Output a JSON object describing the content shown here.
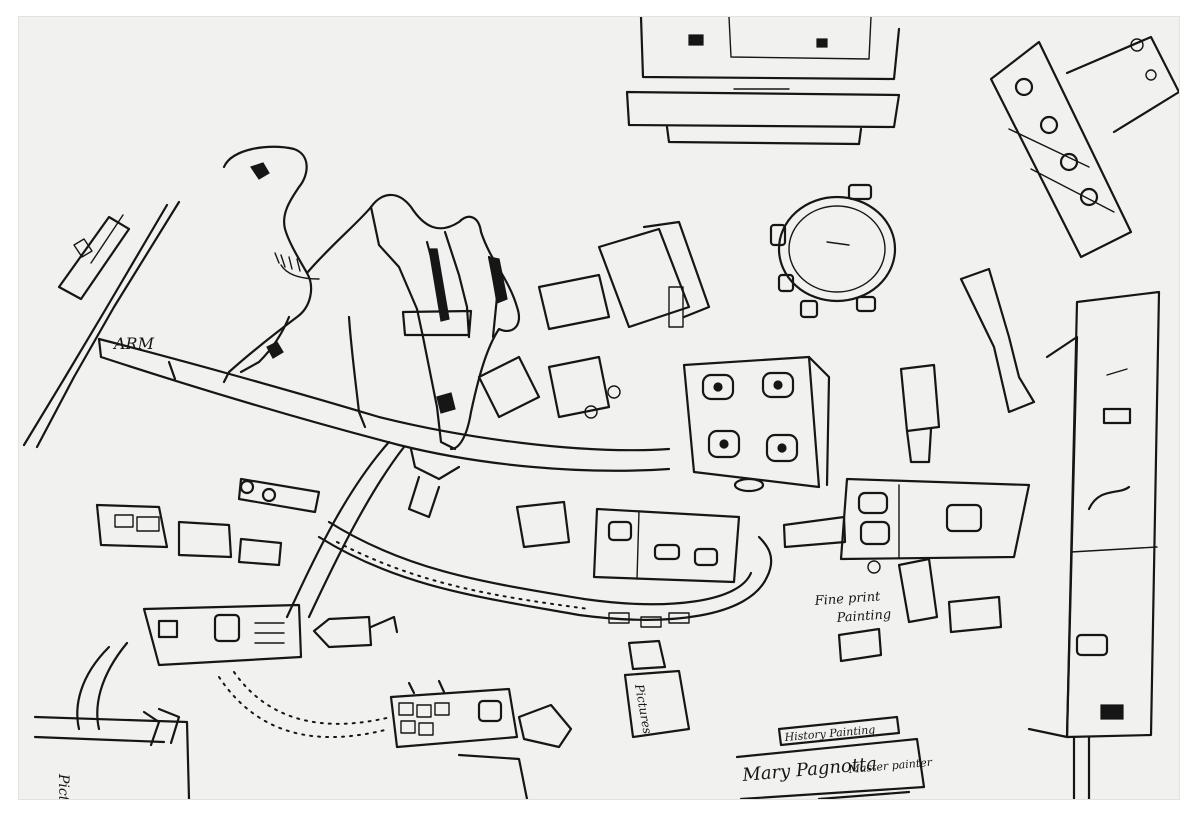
{
  "artwork": {
    "labels": {
      "fine_print_line1": "Fine print",
      "fine_print_line2": "Painting",
      "pictures_center": "Pictures",
      "pictures_bottom_left": "Pict",
      "history_painting": "History Painting",
      "mary_pagnotta": "Mary Pagnotta",
      "master_painter": "Master painter",
      "arm": "ARM"
    },
    "colors": {
      "paper": "#f1f1ef",
      "ink": "#161616"
    }
  }
}
